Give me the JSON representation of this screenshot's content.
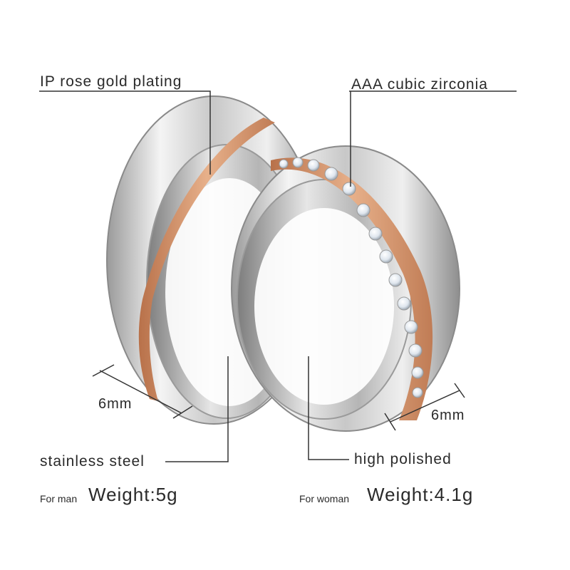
{
  "callouts": {
    "plating": "IP rose gold plating",
    "zirconia": "AAA cubic zirconia",
    "steel": "stainless steel",
    "polished": "high polished"
  },
  "dimensions": {
    "man_width": "6mm",
    "woman_width": "6mm"
  },
  "weights": {
    "man_prefix": "For man",
    "man_value": "Weight:5g",
    "woman_prefix": "For woman",
    "woman_value": "Weight:4.1g"
  },
  "colors": {
    "steel_light": "#f2f2f2",
    "steel_mid": "#c9c9c9",
    "steel_dark": "#8c8c8c",
    "rose_gold": "#d79a6e",
    "rose_gold_dark": "#b8714a",
    "line": "#333333"
  }
}
